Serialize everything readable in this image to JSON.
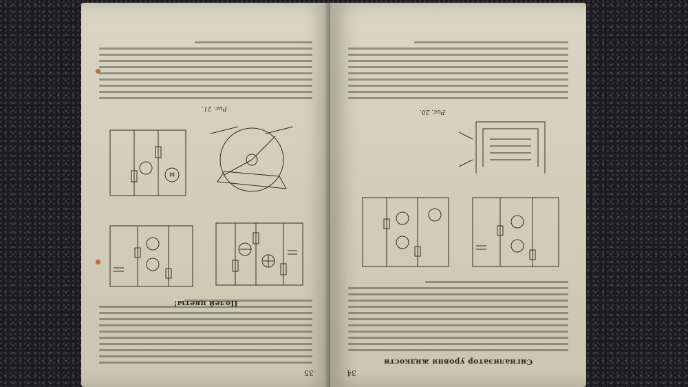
{
  "book": {
    "left_page": {
      "page_number": "35",
      "figure_caption": "Рис. 21.",
      "heading": "Полей цветы!"
    },
    "right_page": {
      "page_number": "34",
      "figure_caption": "Рис. 20.",
      "heading": "Сигнализатор уровня жидкости"
    }
  },
  "colors": {
    "paper": "#d3d0bc",
    "ink": "#2f2e28",
    "background": "#1c1c1f",
    "rust_stain": "#b54b2e"
  }
}
